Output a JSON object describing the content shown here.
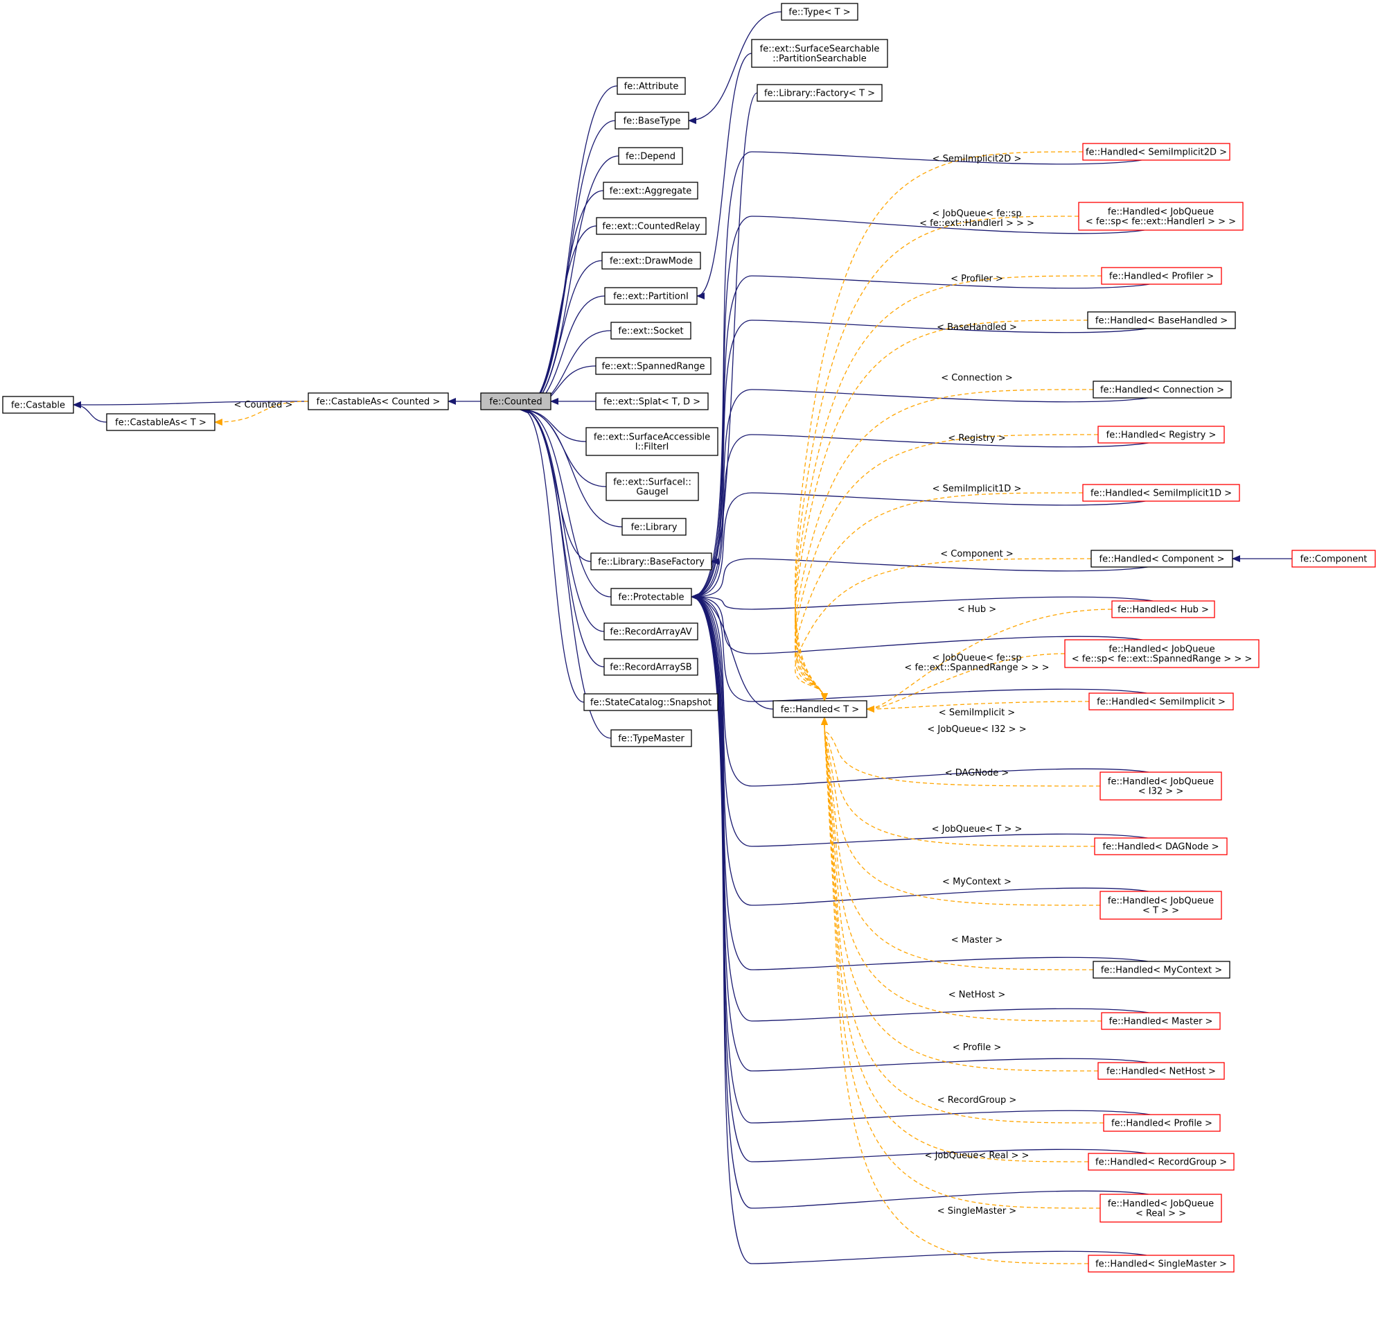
{
  "nodes": {
    "castable": {
      "label": [
        "fe::Castable"
      ],
      "style": "black"
    },
    "castableAsT": {
      "label": [
        "fe::CastableAs< T >"
      ],
      "style": "black"
    },
    "castableAsCounted": {
      "label": [
        "fe::CastableAs< Counted >"
      ],
      "style": "black"
    },
    "counted": {
      "label": [
        "fe::Counted"
      ],
      "style": "gray"
    },
    "attribute": {
      "label": [
        "fe::Attribute"
      ],
      "style": "black"
    },
    "baseType": {
      "label": [
        "fe::BaseType"
      ],
      "style": "black"
    },
    "depend": {
      "label": [
        "fe::Depend"
      ],
      "style": "black"
    },
    "aggregate": {
      "label": [
        "fe::ext::Aggregate"
      ],
      "style": "black"
    },
    "countedRelay": {
      "label": [
        "fe::ext::CountedRelay"
      ],
      "style": "black"
    },
    "drawMode": {
      "label": [
        "fe::ext::DrawMode"
      ],
      "style": "black"
    },
    "partitionI": {
      "label": [
        "fe::ext::PartitionI"
      ],
      "style": "black"
    },
    "socket": {
      "label": [
        "fe::ext::Socket"
      ],
      "style": "black"
    },
    "spannedRange": {
      "label": [
        "fe::ext::SpannedRange"
      ],
      "style": "black"
    },
    "splat": {
      "label": [
        "fe::ext::Splat< T, D >"
      ],
      "style": "black"
    },
    "surfaceAccessible": {
      "label": [
        "fe::ext::SurfaceAccessible",
        "I::FilterI"
      ],
      "style": "black"
    },
    "surfaceGauge": {
      "label": [
        "fe::ext::SurfaceI::",
        "GaugeI"
      ],
      "style": "black"
    },
    "library": {
      "label": [
        "fe::Library"
      ],
      "style": "black"
    },
    "baseFactory": {
      "label": [
        "fe::Library::BaseFactory"
      ],
      "style": "black"
    },
    "protectable": {
      "label": [
        "fe::Protectable"
      ],
      "style": "black"
    },
    "recordArrayAV": {
      "label": [
        "fe::RecordArrayAV"
      ],
      "style": "black"
    },
    "recordArraySB": {
      "label": [
        "fe::RecordArraySB"
      ],
      "style": "black"
    },
    "snapshot": {
      "label": [
        "fe::StateCatalog::Snapshot"
      ],
      "style": "black"
    },
    "typeMaster": {
      "label": [
        "fe::TypeMaster"
      ],
      "style": "black"
    },
    "typeT": {
      "label": [
        "fe::Type< T >"
      ],
      "style": "black"
    },
    "partitionSearchable": {
      "label": [
        "fe::ext::SurfaceSearchable",
        "::PartitionSearchable"
      ],
      "style": "black"
    },
    "factoryT": {
      "label": [
        "fe::Library::Factory< T >"
      ],
      "style": "black"
    },
    "handledT": {
      "label": [
        "fe::Handled< T >"
      ],
      "style": "black"
    },
    "hSemiImplicit2D": {
      "label": [
        "fe::Handled< SemiImplicit2D >"
      ],
      "style": "red"
    },
    "hJobQueueHandlerI": {
      "label": [
        "fe::Handled< JobQueue",
        "< fe::sp< fe::ext::HandlerI > > >"
      ],
      "style": "red"
    },
    "hProfiler": {
      "label": [
        "fe::Handled< Profiler >"
      ],
      "style": "red"
    },
    "hBaseHandled": {
      "label": [
        "fe::Handled< BaseHandled >"
      ],
      "style": "black"
    },
    "hConnection": {
      "label": [
        "fe::Handled< Connection >"
      ],
      "style": "black"
    },
    "hRegistry": {
      "label": [
        "fe::Handled< Registry >"
      ],
      "style": "red"
    },
    "hSemiImplicit1D": {
      "label": [
        "fe::Handled< SemiImplicit1D >"
      ],
      "style": "red"
    },
    "hComponent": {
      "label": [
        "fe::Handled< Component >"
      ],
      "style": "black"
    },
    "component": {
      "label": [
        "fe::Component"
      ],
      "style": "red"
    },
    "hHub": {
      "label": [
        "fe::Handled< Hub >"
      ],
      "style": "red"
    },
    "hJobQueueSpanned": {
      "label": [
        "fe::Handled< JobQueue",
        "< fe::sp< fe::ext::SpannedRange > > >"
      ],
      "style": "red"
    },
    "hSemiImplicit": {
      "label": [
        "fe::Handled< SemiImplicit >"
      ],
      "style": "red"
    },
    "hJobQueueI32": {
      "label": [
        "fe::Handled< JobQueue",
        "< I32 > >"
      ],
      "style": "red"
    },
    "hDAGNode": {
      "label": [
        "fe::Handled< DAGNode >"
      ],
      "style": "red"
    },
    "hJobQueueT": {
      "label": [
        "fe::Handled< JobQueue",
        "< T > >"
      ],
      "style": "red"
    },
    "hMyContext": {
      "label": [
        "fe::Handled< MyContext >"
      ],
      "style": "black"
    },
    "hMaster": {
      "label": [
        "fe::Handled< Master >"
      ],
      "style": "red"
    },
    "hNetHost": {
      "label": [
        "fe::Handled< NetHost >"
      ],
      "style": "red"
    },
    "hProfile": {
      "label": [
        "fe::Handled< Profile >"
      ],
      "style": "red"
    },
    "hRecordGroup": {
      "label": [
        "fe::Handled< RecordGroup >"
      ],
      "style": "red"
    },
    "hJobQueueReal": {
      "label": [
        "fe::Handled< JobQueue",
        "< Real > >"
      ],
      "style": "red"
    },
    "hSingleMaster": {
      "label": [
        "fe::Handled< SingleMaster >"
      ],
      "style": "red"
    }
  },
  "edge_labels": {
    "counted": [
      "< Counted >"
    ],
    "semiImplicit2D": [
      "< SemiImplicit2D >"
    ],
    "jobQueueHandlerI": [
      "< JobQueue< fe::sp",
      "< fe::ext::HandlerI > > >"
    ],
    "profiler": [
      "< Profiler >"
    ],
    "baseHandled": [
      "< BaseHandled >"
    ],
    "connection": [
      "< Connection >"
    ],
    "registry": [
      "< Registry >"
    ],
    "semiImplicit1D": [
      "< SemiImplicit1D >"
    ],
    "component": [
      "< Component >"
    ],
    "hub": [
      "< Hub >"
    ],
    "jobQueueSpanned": [
      "< JobQueue< fe::sp",
      "< fe::ext::SpannedRange > > >"
    ],
    "semiImplicit": [
      "< SemiImplicit >"
    ],
    "jobQueueI32": [
      "< JobQueue< I32 > >"
    ],
    "dagNode": [
      "< DAGNode >"
    ],
    "jobQueueT": [
      "< JobQueue< T > >"
    ],
    "myContext": [
      "< MyContext >"
    ],
    "master": [
      "< Master >"
    ],
    "netHost": [
      "< NetHost >"
    ],
    "profile": [
      "< Profile >"
    ],
    "recordGroup": [
      "< RecordGroup >"
    ],
    "jobQueueReal": [
      "< JobQueue< Real > >"
    ],
    "singleMaster": [
      "< SingleMaster >"
    ]
  },
  "colors": {
    "inheritance_edge": "#191970",
    "template_edge": "#ffa500",
    "undocumented_border": "#ff0000",
    "documented_border": "#000000",
    "highlight_fill": "#bfbfbf"
  }
}
